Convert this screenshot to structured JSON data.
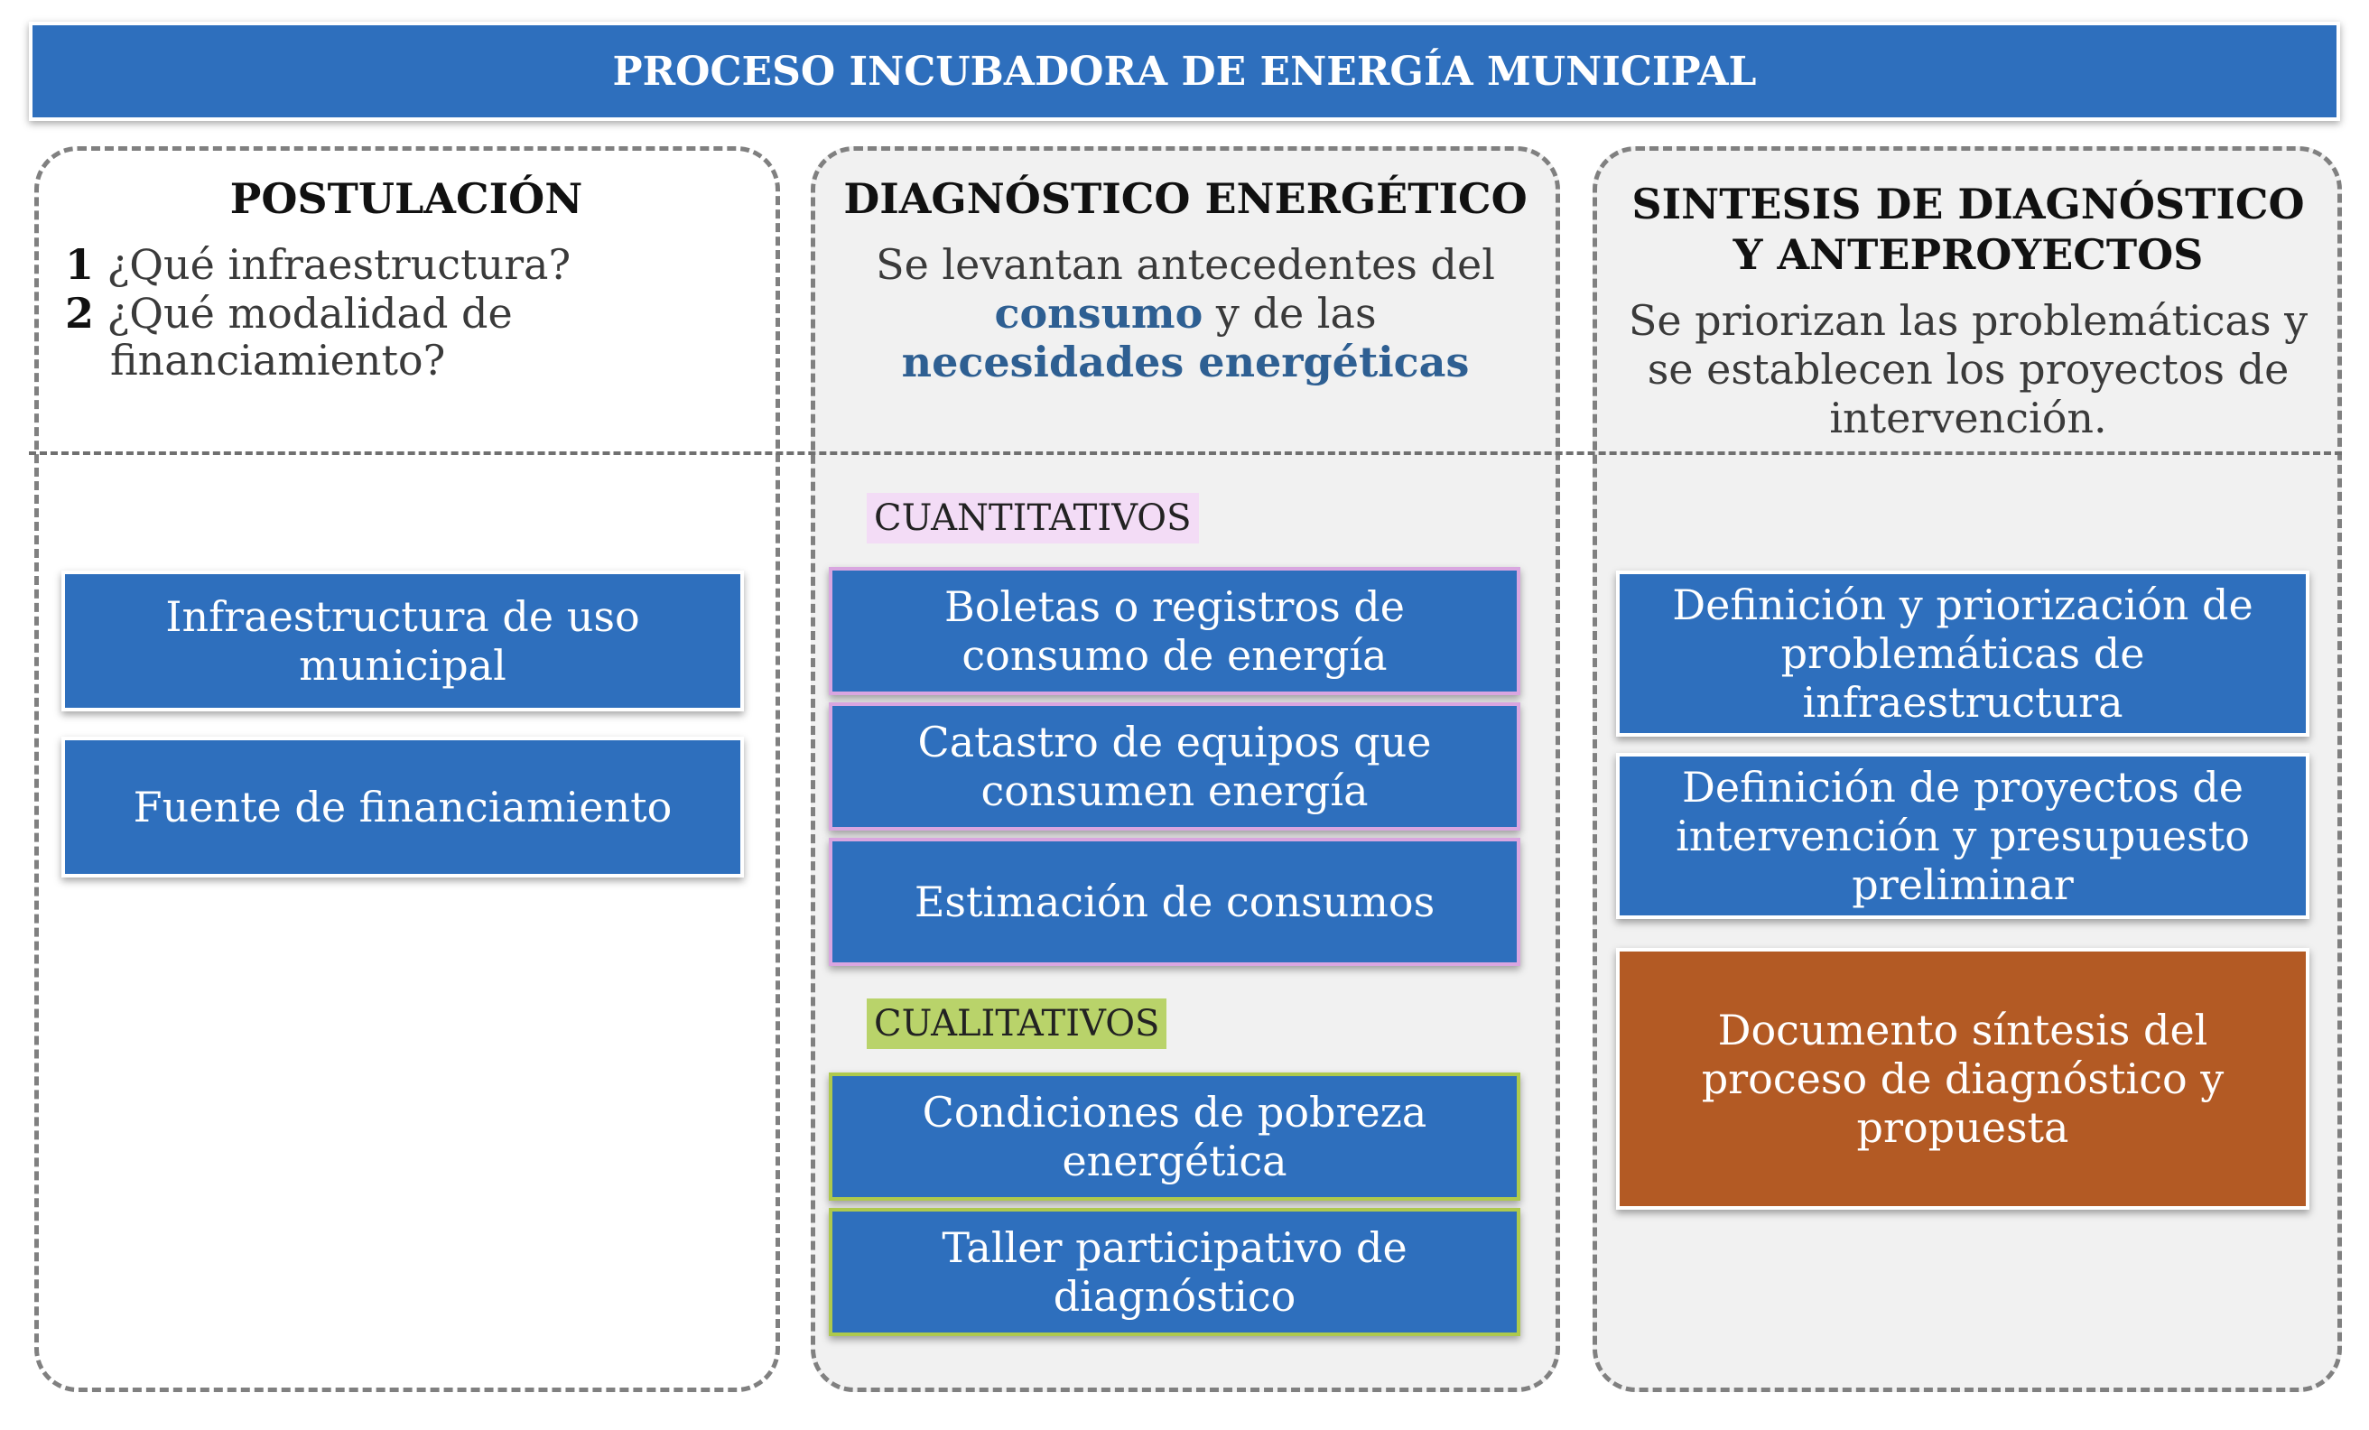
{
  "title": "PROCESO INCUBADORA DE ENERGÍA MUNICIPAL",
  "columns": [
    {
      "heading": "POSTULACIÓN",
      "questions": [
        {
          "num": "1",
          "text": "¿Qué infraestructura?"
        },
        {
          "num": "2",
          "text": "¿Qué modalidad de",
          "cont": "financiamiento?"
        }
      ],
      "boxes": [
        "Infraestructura de uso municipal",
        "Fuente de financiamiento"
      ]
    },
    {
      "heading": "DIAGNÓSTICO ENERGÉTICO",
      "desc": {
        "p1": "Se levantan antecedentes del",
        "hl1": "consumo",
        "p2": "y de las",
        "hl2": "necesidades energéticas"
      },
      "quant_label": "CUANTITATIVOS",
      "quant_boxes": [
        "Boletas o registros de consumo de energía",
        "Catastro de equipos que consumen energía",
        "Estimación de consumos"
      ],
      "qual_label": "CUALITATIVOS",
      "qual_boxes": [
        "Condiciones de pobreza energética",
        "Taller participativo de diagnóstico"
      ]
    },
    {
      "heading": "SINTESIS DE DIAGNÓSTICO Y ANTEPROYECTOS",
      "desc": "Se priorizan las problemáticas y se establecen los proyectos de intervención.",
      "boxes": [
        "Definición y priorización de problemáticas de infraestructura",
        "Definición de proyectos de intervención y presupuesto preliminar"
      ],
      "output_box": "Documento síntesis del proceso de diagnóstico y propuesta"
    }
  ],
  "colors": {
    "box_blue": "#2e6fbd",
    "box_orange": "#b35a24",
    "highlight_text": "#2e5f92",
    "quant_tag": "#f3dcf6",
    "qual_tag": "#b9d36a"
  }
}
